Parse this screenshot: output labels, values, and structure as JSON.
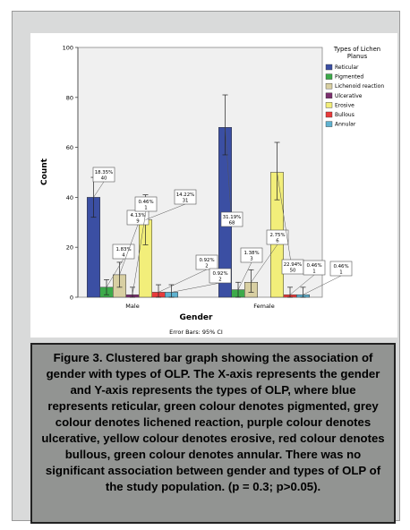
{
  "figure": {
    "caption": "Figure 3. Clustered bar graph showing the association of gender with types of OLP. The X-axis represents the gender and Y-axis represents the types of OLP, where blue represents reticular, green colour denotes pigmented, grey colour denotes lichened reaction, purple colour denotes ulcerative, yellow colour denotes erosive, red colour denotes bullous, green colour denotes annular. There was no significant association between gender and types of OLP of the study population. (p = 0.3; p>0.05)."
  },
  "chart_data": {
    "type": "bar",
    "xlabel": "Gender",
    "ylabel": "Count",
    "ylim": [
      0,
      100
    ],
    "yticks": [
      0,
      20,
      40,
      60,
      80,
      100
    ],
    "grid": false,
    "legend_position": "top-right",
    "legend_title": "Types of Lichen Planus",
    "footnote": "Error Bars: 95% CI",
    "categories": [
      "Male",
      "Female"
    ],
    "series": [
      {
        "name": "Reticular",
        "color": "#3b4fa3",
        "values": [
          40,
          68
        ],
        "labels": [
          "18.35%\n40",
          "31.19%\n68"
        ],
        "ci": [
          [
            32,
            48
          ],
          [
            57,
            81
          ]
        ]
      },
      {
        "name": "Pigmented",
        "color": "#3daa4a",
        "values": [
          4,
          3
        ],
        "labels": [
          "1.83%\n4",
          "1.38%\n3"
        ],
        "ci": [
          [
            1,
            7
          ],
          [
            0,
            6
          ]
        ]
      },
      {
        "name": "Lichenoid reaction",
        "color": "#d8cfa2",
        "values": [
          9,
          6
        ],
        "labels": [
          "4.13%\n9",
          "2.75%\n6"
        ],
        "ci": [
          [
            4,
            14
          ],
          [
            2,
            11
          ]
        ]
      },
      {
        "name": "Ulcerative",
        "color": "#7b2f6e",
        "values": [
          1,
          0
        ],
        "labels": [
          "0.46%\n1",
          ""
        ],
        "ci": [
          [
            0,
            4
          ],
          null
        ]
      },
      {
        "name": "Erosive",
        "color": "#f2ee7a",
        "values": [
          31,
          50
        ],
        "labels": [
          "14.22%\n31",
          "22.94%\n50"
        ],
        "ci": [
          [
            21,
            41
          ],
          [
            39,
            62
          ]
        ]
      },
      {
        "name": "Bullous",
        "color": "#e83b3b",
        "values": [
          2,
          1
        ],
        "labels": [
          "0.92%\n2",
          "0.46%\n1"
        ],
        "ci": [
          [
            0,
            5
          ],
          [
            0,
            4
          ]
        ]
      },
      {
        "name": "Annular",
        "color": "#5fb2d0",
        "values": [
          2,
          1
        ],
        "labels": [
          "0.92%\n2",
          "0.46%\n1"
        ],
        "ci": [
          [
            0,
            5
          ],
          [
            0,
            4
          ]
        ]
      }
    ]
  }
}
